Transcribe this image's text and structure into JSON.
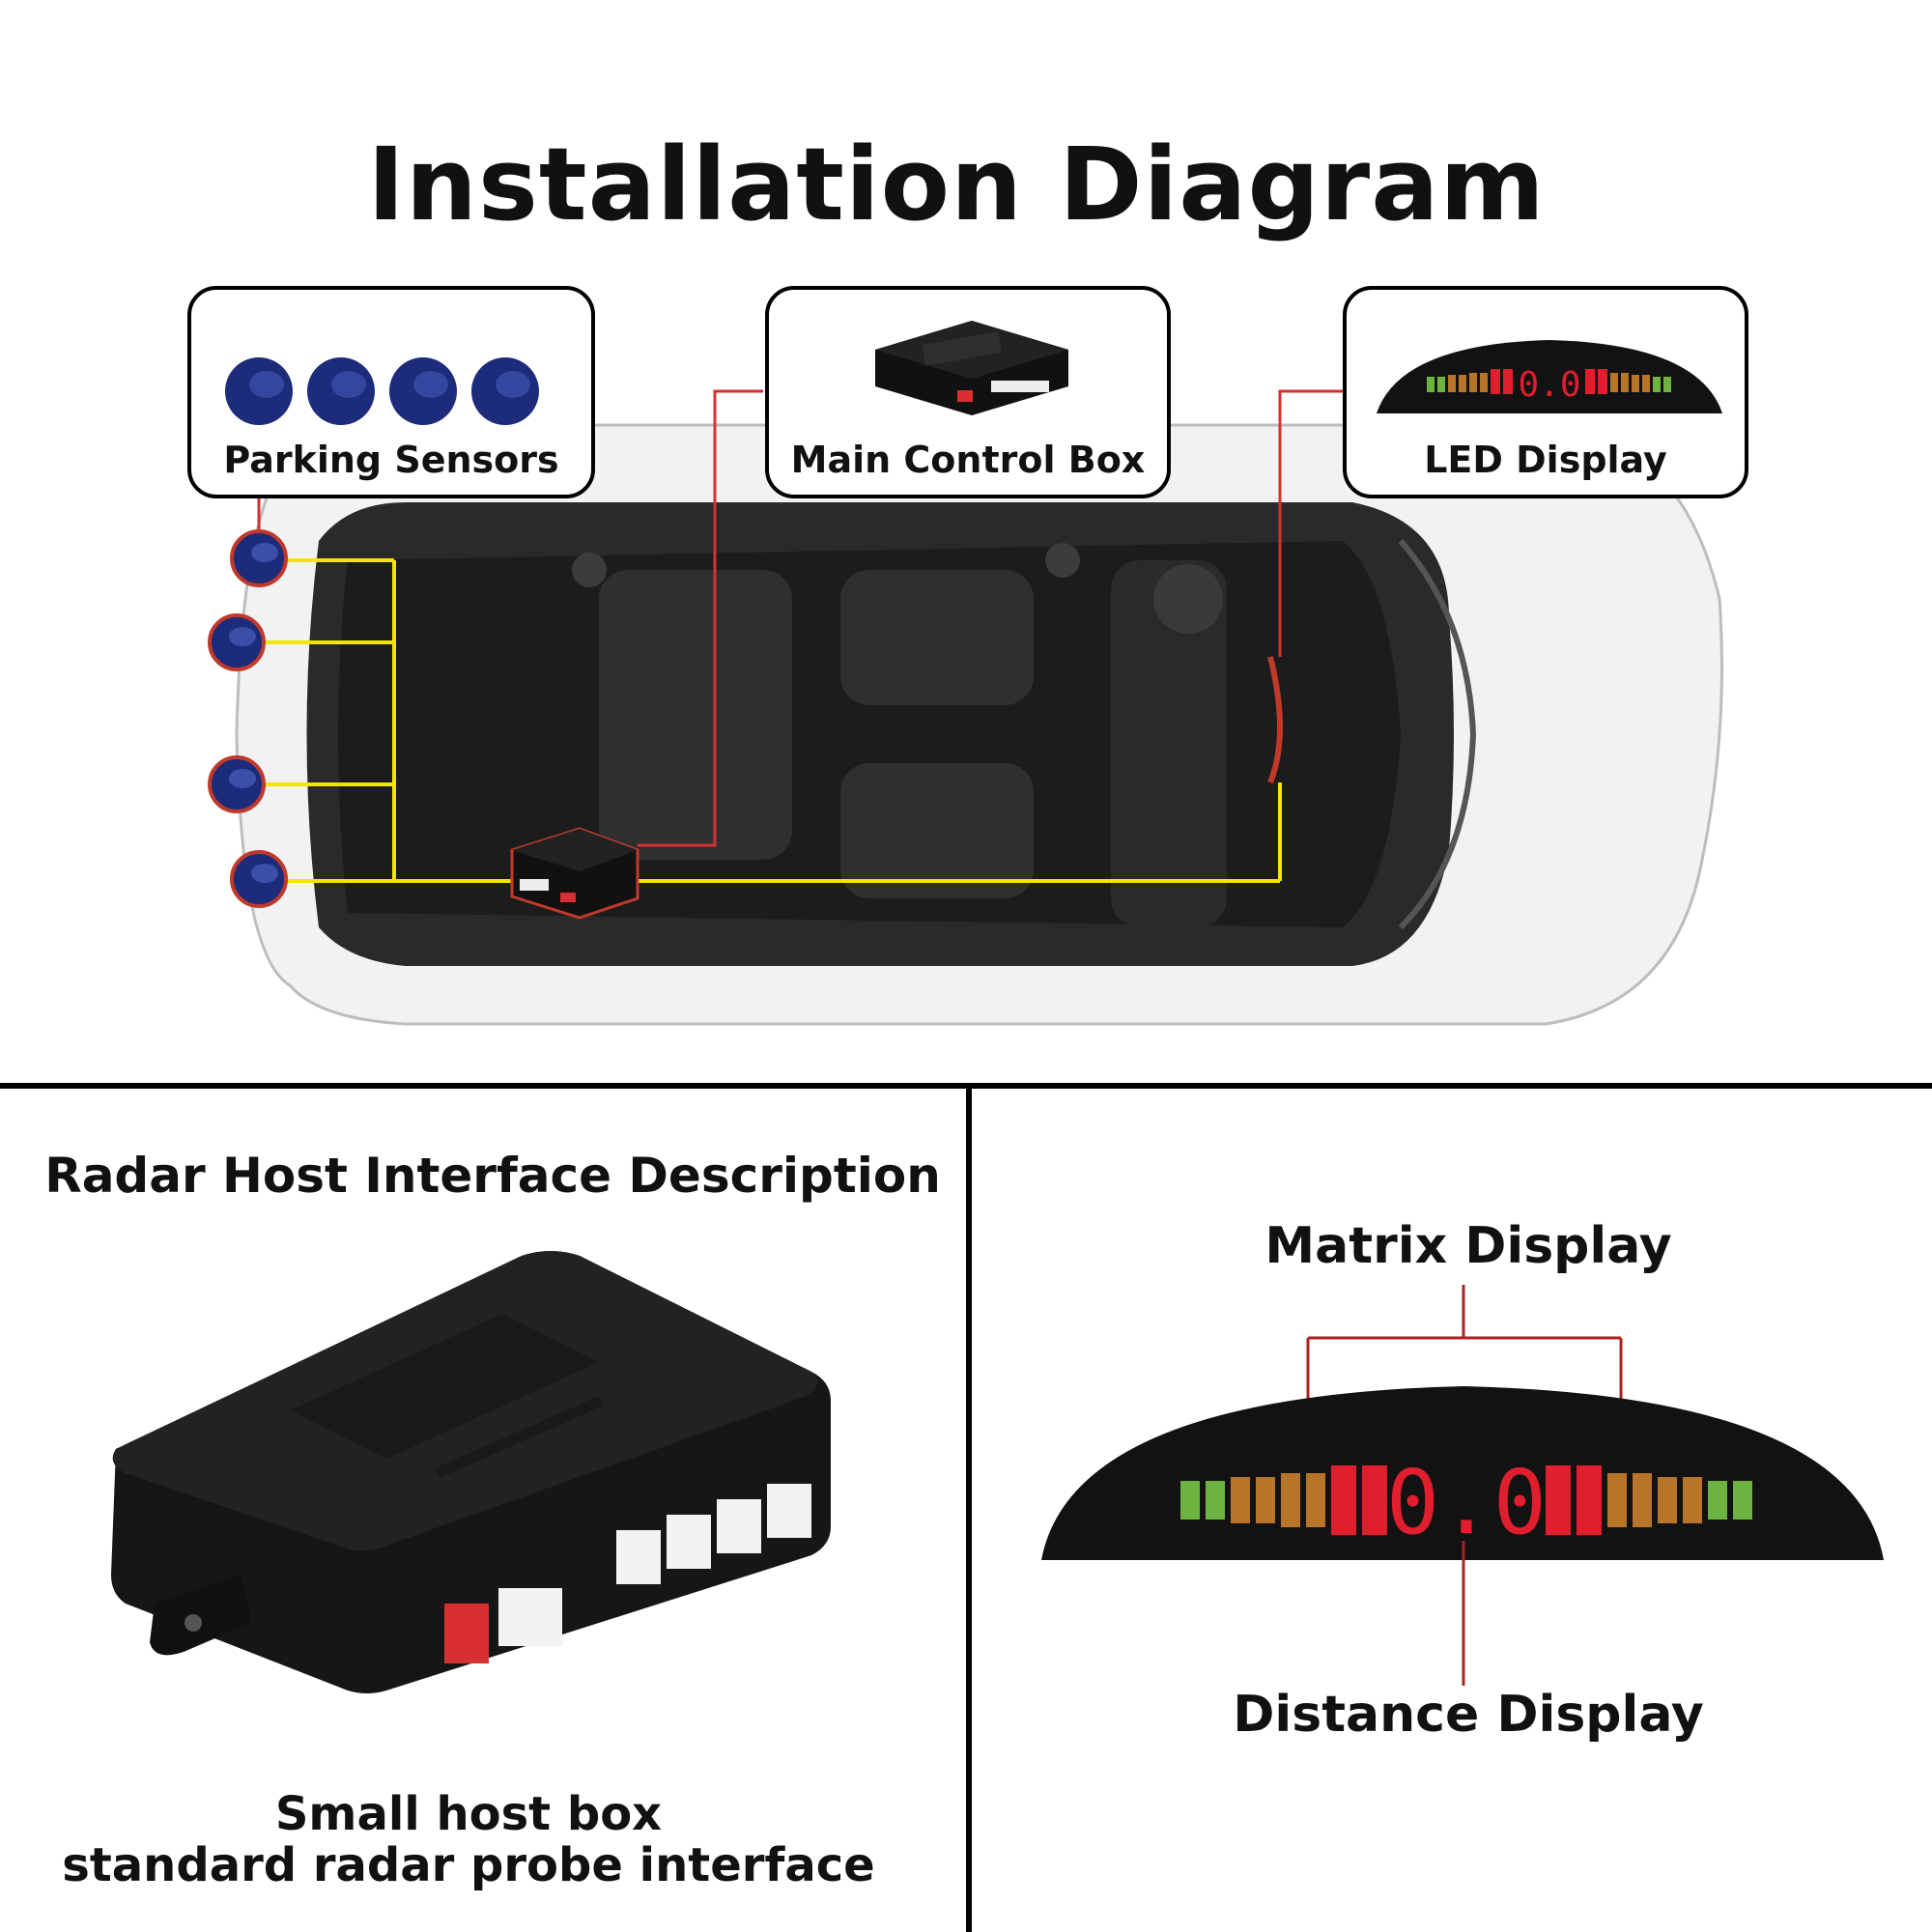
{
  "title": "Installation Diagram",
  "callouts": {
    "sensors": {
      "label": "Parking Sensors"
    },
    "control_box": {
      "label": "Main Control Box"
    },
    "led_display": {
      "label": "LED Display"
    }
  },
  "display_reading": "0.0",
  "interface": {
    "title": "Radar Host Interface Description",
    "caption_line1": "Small host box",
    "caption_line2": "standard radar probe interface"
  },
  "matrix": {
    "matrix_label": "Matrix Display",
    "distance_label": "Distance Display"
  },
  "colors": {
    "sensor_blue": "#1c2b7a",
    "wire_yellow": "#f2e600",
    "wire_red": "#d83030",
    "segment_green": "#6cb33f",
    "segment_amber": "#b8752a",
    "segment_red": "#e01e2d"
  }
}
